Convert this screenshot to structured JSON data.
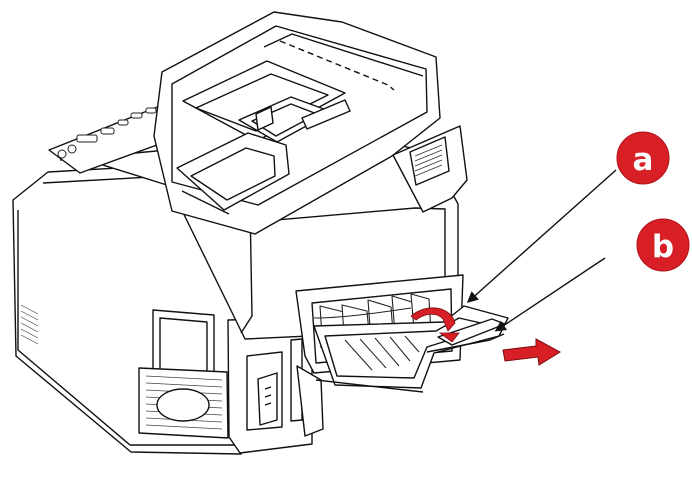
{
  "callouts": [
    {
      "id": "a",
      "label": "a"
    },
    {
      "id": "b",
      "label": "b"
    }
  ],
  "colors": {
    "callout_fill": "#d81f26",
    "callout_text": "#ffffff",
    "line": "#111111",
    "paper": "#ffffff",
    "arrow": "#d81f26"
  },
  "illustration": {
    "subject": "printer-rear-exit-tray",
    "icons": [
      "printer-icon",
      "rear-exit-tray-icon",
      "pull-out-arrow-icon"
    ]
  }
}
